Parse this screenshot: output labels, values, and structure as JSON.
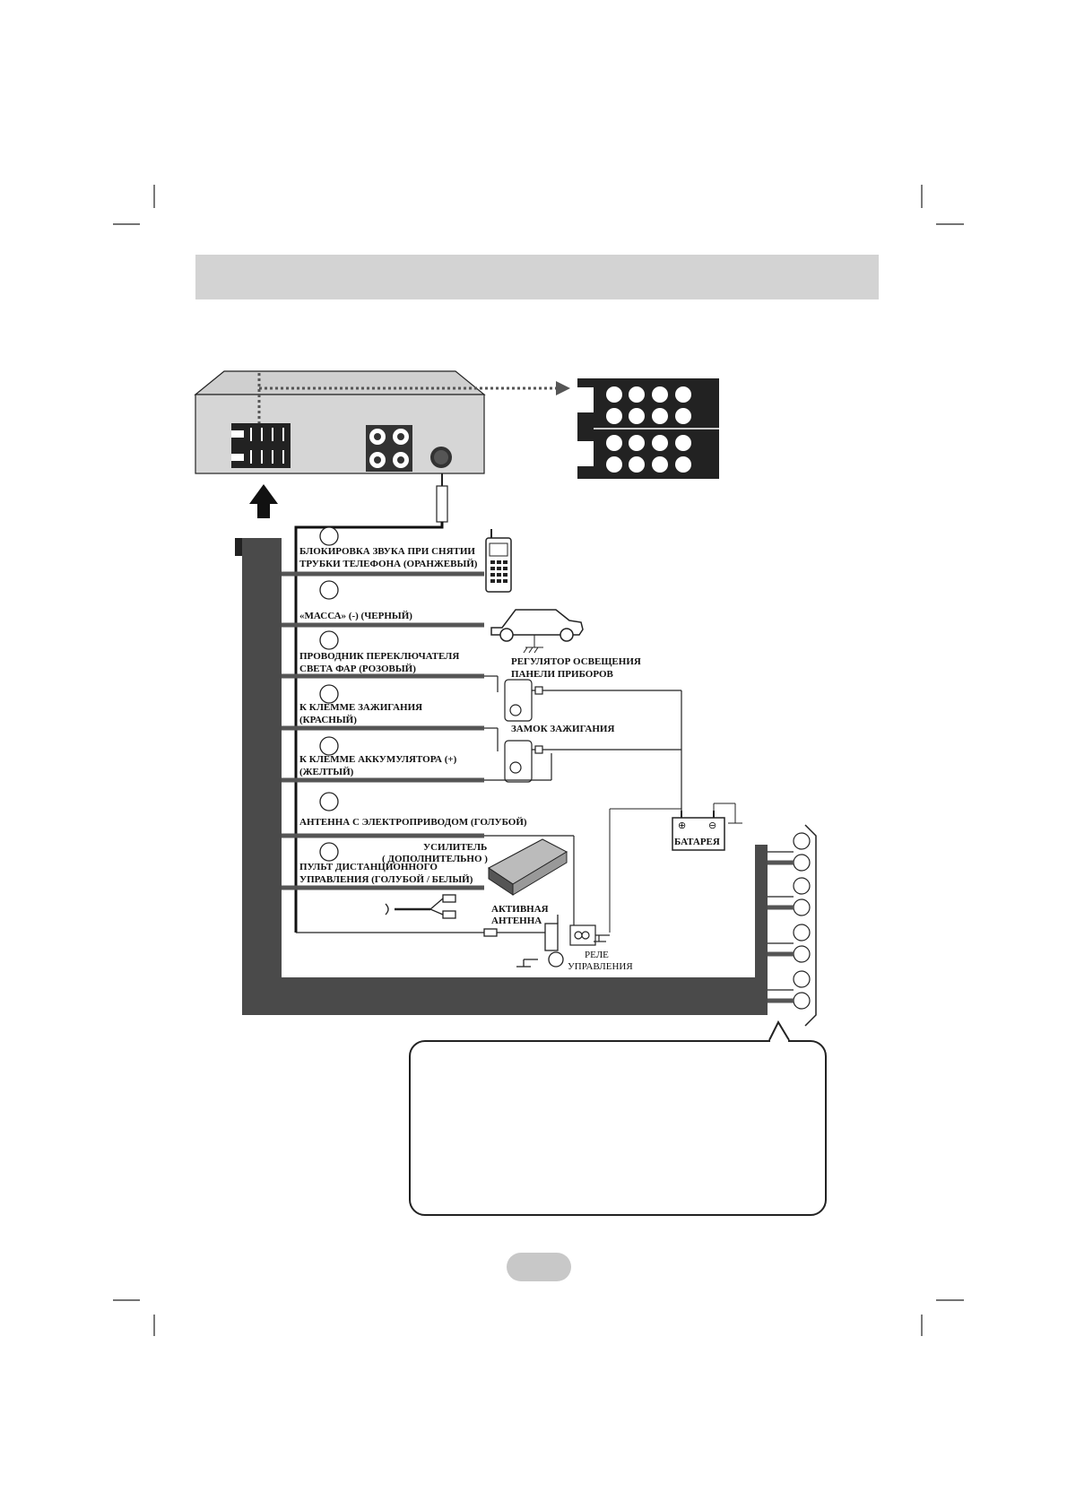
{
  "wires": [
    {
      "id": "phone-mute",
      "lines": [
        "БЛОКИРОВКА ЗВУКА ПРИ СНЯТИИ",
        "ТРУБКИ ТЕЛЕФОНА (ОРАНЖЕВЫЙ)"
      ]
    },
    {
      "id": "ground",
      "lines": [
        "«МАССА» (-) (ЧЕРНЫЙ)"
      ]
    },
    {
      "id": "headlight",
      "lines": [
        "ПРОВОДНИК ПЕРЕКЛЮЧАТЕЛЯ",
        "СВЕТА ФАР (РОЗОВЫЙ)"
      ]
    },
    {
      "id": "ignition",
      "lines": [
        "К КЛЕММЕ ЗАЖИГАНИЯ",
        "(КРАСНЫЙ)"
      ]
    },
    {
      "id": "battery",
      "lines": [
        "К КЛЕММЕ АККУМУЛЯТОРА (+)",
        "(ЖЕЛТЫЙ)"
      ]
    },
    {
      "id": "antenna",
      "lines": [
        "АНТЕННА С ЭЛЕКТРОПРИВОДОМ (ГОЛУБОЙ)"
      ]
    },
    {
      "id": "remote",
      "lines": [
        "ПУЛЬТ ДИСТАНЦИОННОГО",
        "УПРАВЛЕНИЯ (ГОЛУБОЙ / БЕЛЫЙ)"
      ]
    }
  ],
  "labels": {
    "dimmer": [
      "РЕГУЛЯТОР ОСВЕЩЕНИЯ",
      "ПАНЕЛИ ПРИБОРОВ"
    ],
    "ignition_switch": "ЗАМОК ЗАЖИГАНИЯ",
    "battery": "БАТАРЕЯ",
    "amplifier": [
      "УСИЛИТЕЛЬ",
      "( ДОПОЛНИТЕЛЬНО )"
    ],
    "active_antenna": [
      "АКТИВНАЯ",
      "АНТЕННА"
    ],
    "relay": [
      "РЕЛЕ",
      "УПРАВЛЕНИЯ"
    ]
  }
}
